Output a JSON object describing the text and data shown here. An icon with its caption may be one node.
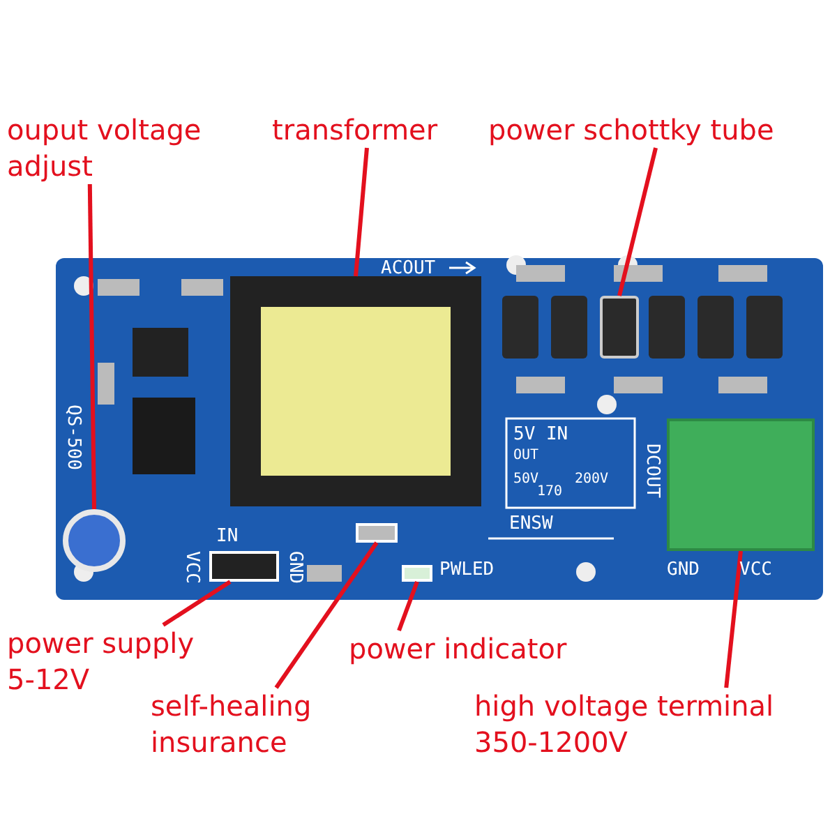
{
  "diagram": {
    "nodes": [
      {
        "text": [
          "ouput voltage adjust"
        ]
      },
      {
        "text": [],
        "shape": "circle"
      },
      {
        "text": [
          "transformer"
        ]
      },
      {
        "text": [],
        "shape": "box"
      },
      {
        "text": [
          "power schottky tube"
        ]
      },
      {
        "text": [],
        "shape": "box"
      },
      {
        "text": [
          "power supply 5-12V"
        ]
      },
      {
        "text": [],
        "shape": "box"
      },
      {
        "text": [
          "self-healing insurance"
        ]
      },
      {
        "text": [],
        "shape": "box"
      },
      {
        "text": [
          "power indicator"
        ]
      },
      {
        "text": [],
        "shape": "box"
      },
      {
        "text": [
          "high voltage terminal 350-1200V"
        ]
      },
      {
        "text": [],
        "shape": "box"
      }
    ],
    "edges": [
      {
        "from": 0,
        "to": 1,
        "arrow": "none"
      },
      {
        "from": 2,
        "to": 3,
        "arrow": "none"
      },
      {
        "from": 4,
        "to": 5,
        "arrow": "none"
      },
      {
        "from": 6,
        "to": 7,
        "arrow": "none"
      },
      {
        "from": 8,
        "to": 9,
        "arrow": "none"
      },
      {
        "from": 10,
        "to": 11,
        "arrow": "none"
      },
      {
        "from": 12,
        "to": 13,
        "arrow": "none"
      }
    ],
    "labels": [
      "ACOUT",
      "QS-500",
      "IN",
      "VCC",
      "GND",
      "5V IN",
      "OUT",
      "50V",
      "200V",
      "170",
      "ENSW",
      "DCOUT",
      "PWLED",
      "GND",
      "VCC"
    ]
  }
}
